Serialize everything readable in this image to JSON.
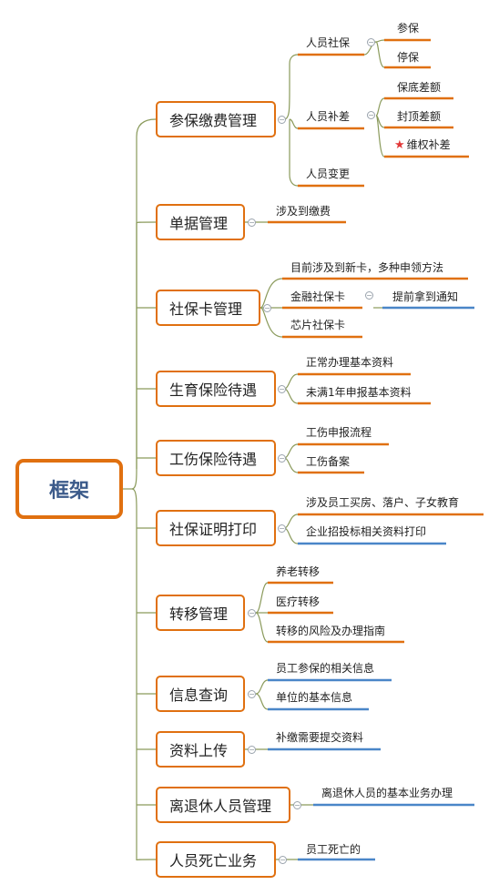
{
  "root": {
    "label": "框架"
  },
  "branches": {
    "b1": {
      "label": "参保缴费管理",
      "s1": {
        "label": "人员社保",
        "c1": "参保",
        "c2": "停保"
      },
      "s2": {
        "label": "人员补差",
        "c1": "保底差额",
        "c2": "封顶差额",
        "c3": "维权补差"
      },
      "s3": {
        "label": "人员变更"
      }
    },
    "b2": {
      "label": "单据管理",
      "c1": "涉及到缴费"
    },
    "b3": {
      "label": "社保卡管理",
      "c1": "目前涉及到新卡，多种申领方法",
      "c2": {
        "label": "金融社保卡",
        "c1": "提前拿到通知"
      },
      "c3": "芯片社保卡"
    },
    "b4": {
      "label": "生育保险待遇",
      "c1": "正常办理基本资料",
      "c2": "未满1年申报基本资料"
    },
    "b5": {
      "label": "工伤保险待遇",
      "c1": "工伤申报流程",
      "c2": "工伤备案"
    },
    "b6": {
      "label": "社保证明打印",
      "c1": "涉及员工买房、落户、子女教育",
      "c2": "企业招投标相关资料打印"
    },
    "b7": {
      "label": "转移管理",
      "c1": "养老转移",
      "c2": "医疗转移",
      "c3": "转移的风险及办理指南"
    },
    "b8": {
      "label": "信息查询",
      "c1": "员工参保的相关信息",
      "c2": "单位的基本信息"
    },
    "b9": {
      "label": "资料上传",
      "c1": "补缴需要提交资料"
    },
    "b10": {
      "label": "离退休人员管理",
      "c1": "离退休人员的基本业务办理"
    },
    "b11": {
      "label": "人员死亡业务",
      "c1": "员工死亡的"
    }
  },
  "colors": {
    "orange": "#e07010",
    "blue": "#4a86c8",
    "connector": "#8a9a5b",
    "star": "#e23838",
    "root_text": "#3b5a8a"
  },
  "icons": {
    "collapse": "minus-circle-icon",
    "star": "red-star-icon"
  }
}
